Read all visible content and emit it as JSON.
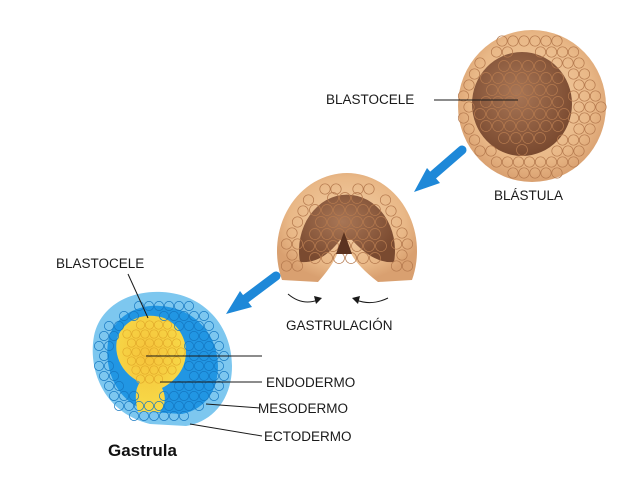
{
  "labels": {
    "blastocele_top": "BLASTOCELE",
    "blastula": "BLÁSTULA",
    "gastrulacion": "GASTRULACIÓN",
    "blastocele_left": "BLASTOCELE",
    "endodermo": "ENDODERMO",
    "mesodermo": "MESODERMO",
    "ectodermo": "ECTODERMO",
    "gastrula": "Gastrula"
  },
  "colors": {
    "arrow": "#1e88d8",
    "blastula_outer": "#e9b887",
    "blastula_inner": "#8a5a3e",
    "ectoderm": "#7dc7ef",
    "mesoderm": "#2196e3",
    "endoderm": "#f7d53a",
    "leader_line": "#1a1a1a"
  },
  "stages": [
    {
      "name": "blastula-stage",
      "label_ref": "blastula"
    },
    {
      "name": "gastrulation-stage",
      "label_ref": "gastrulacion"
    },
    {
      "name": "gastrula-stage",
      "label_ref": "gastrula"
    }
  ]
}
